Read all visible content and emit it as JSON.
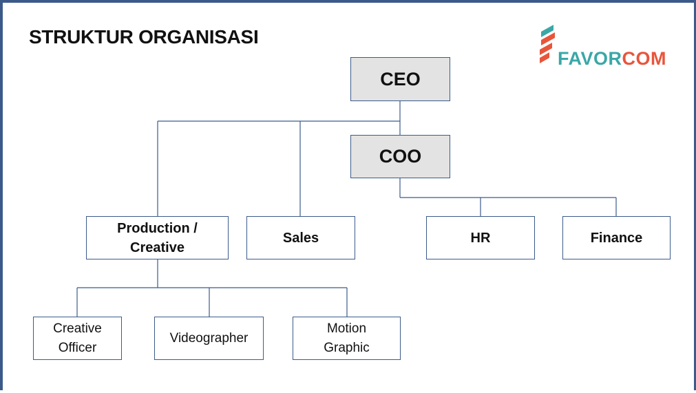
{
  "title": "STRUKTUR ORGANISASI",
  "logo": {
    "part1": "FAVOR",
    "part2": "COM",
    "color1": "#3aa7a7",
    "color2": "#e8553b"
  },
  "org": {
    "ceo": "CEO",
    "coo": "COO",
    "departments": {
      "production": "Production /\nCreative",
      "sales": "Sales",
      "hr": "HR",
      "finance": "Finance"
    },
    "production_roles": {
      "creative_officer": "Creative\nOfficer",
      "videographer": "Videographer",
      "motion_graphic": "Motion\nGraphic"
    }
  },
  "colors": {
    "border": "#3b5a8a",
    "exec_fill": "#e3e3e3",
    "text": "#111111"
  }
}
